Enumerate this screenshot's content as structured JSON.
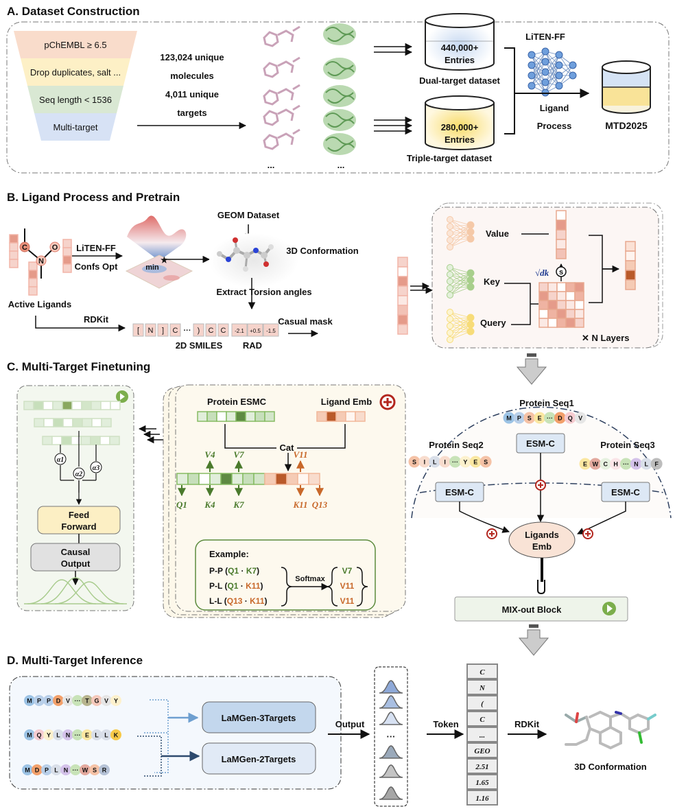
{
  "sectionA": {
    "title": "A. Dataset Construction",
    "funnel": [
      "pChEMBL ≥ 6.5",
      "Drop duplicates, salt ...",
      "Seq length < 1536",
      "Multi-target"
    ],
    "stats": [
      "123,024 unique",
      "molecules",
      "4,011 unique",
      "targets"
    ],
    "ellipsis": "...",
    "dual": {
      "count": "440,000+",
      "entries": "Entries",
      "label": "Dual-target dataset"
    },
    "triple": {
      "count": "280,000+",
      "entries": "Entries",
      "label": "Triple-target dataset"
    },
    "model": "LiTEN-FF",
    "process": [
      "Ligand",
      "Process"
    ],
    "output": "MTD2025"
  },
  "sectionB": {
    "title": "B. Ligand Process and Pretrain",
    "atoms": [
      "C",
      "N",
      "O"
    ],
    "active_ligands": "Active Ligands",
    "liten": "LiTEN-FF",
    "confs": "Confs Opt",
    "min": "min",
    "geom": "GEOM Dataset",
    "conformation": "3D Conformation",
    "extract": "Extract  Torsion angles",
    "rdkit": "RDKit",
    "smiles_tokens": [
      "[",
      "N",
      "]",
      "C",
      "···",
      ")",
      "C",
      "C"
    ],
    "rad_tokens": [
      "-2.1",
      "+0.5",
      "-1.5"
    ],
    "smiles_label": "2D SMILES",
    "rad_label": "RAD",
    "casual_mask": "Casual mask",
    "value": "Value",
    "key": "Key",
    "query": "Query",
    "sqrt_dk": "√dk",
    "softmax_symbol": "s",
    "layers": "✕ N Layers"
  },
  "sectionC": {
    "title": "C. Multi-Target Finetuning",
    "alphas": [
      "α1",
      "α2",
      "α3"
    ],
    "feed_forward": [
      "Feed",
      "Forward"
    ],
    "causal_output": [
      "Causal",
      "Output"
    ],
    "protein_esmc": "Protein ESMC",
    "ligand_emb": "Ligand Emb",
    "cat": "Cat",
    "v_labels": [
      "V4",
      "V7",
      "V11"
    ],
    "qk_labels": [
      "Q1",
      "K4",
      "K7",
      "K11",
      "Q13"
    ],
    "example_title": "Example:",
    "example_rows": [
      {
        "type": "P-P",
        "q": "Q1",
        "k": "K7",
        "v": "V7"
      },
      {
        "type": "P-L",
        "q": "Q1",
        "k": "K11",
        "v": "V11"
      },
      {
        "type": "L-L",
        "q": "Q13",
        "k": "K11",
        "v": "V11"
      }
    ],
    "softmax": "Softmax",
    "seq1": {
      "label": "Protein Seq1",
      "residues": [
        "M",
        "P",
        "S",
        "E",
        "···",
        "D",
        "Q",
        "V"
      ]
    },
    "seq2": {
      "label": "Protein Seq2",
      "residues": [
        "S",
        "I",
        "L",
        "I",
        "···",
        "Y",
        "E",
        "S"
      ]
    },
    "seq3": {
      "label": "Protein Seq3",
      "residues": [
        "E",
        "W",
        "C",
        "H",
        "···",
        "N",
        "L",
        "F"
      ]
    },
    "esm": "ESM-C",
    "ligands_emb": [
      "Ligands",
      "Emb"
    ],
    "mixout": "MIX-out Block"
  },
  "sectionD": {
    "title": "D. Multi-Target Inference",
    "seqs": [
      [
        "M",
        "P",
        "P",
        "D",
        "V",
        "···",
        "T",
        "G",
        "V",
        "Y"
      ],
      [
        "M",
        "Q",
        "Y",
        "L",
        "N",
        "···",
        "E",
        "L",
        "L",
        "K"
      ],
      [
        "M",
        "D",
        "P",
        "L",
        "N",
        "···",
        "W",
        "S",
        "R"
      ]
    ],
    "model3": "LaMGen-3Targets",
    "model2": "LaMGen-2Targets",
    "output": "Output",
    "ellipsis": "···",
    "token": "Token",
    "tokens": [
      "C",
      "N",
      "(",
      "C",
      "...",
      "GEO",
      "2.51",
      "1.65",
      "1.16"
    ],
    "rdkit": "RDKit",
    "conformation": "3D Conformation"
  },
  "colors": {
    "green": "#5b8a3c",
    "orange": "#c8682a",
    "red": "#b3261e",
    "navy": "#1f3a5f"
  }
}
